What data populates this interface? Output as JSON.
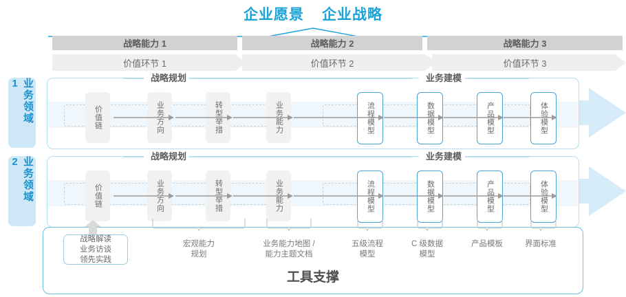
{
  "header": {
    "titles": [
      "企业愿景",
      "企业战略"
    ],
    "accent_color": "#1aa3d8"
  },
  "capability_bars": [
    {
      "label": "战略能力 1"
    },
    {
      "label": "战略能力 2"
    },
    {
      "label": "战略能力 3"
    }
  ],
  "value_bars": [
    {
      "label": "价值环节 1"
    },
    {
      "label": "价值环节 2"
    },
    {
      "label": "价值环节 3"
    }
  ],
  "domains": [
    {
      "side_label": "业务领域 1",
      "sections": [
        {
          "caption": "战略规划"
        },
        {
          "caption": "业务建模"
        }
      ],
      "nodes": [
        {
          "label": "价值链",
          "style": "grey"
        },
        {
          "label": "业务方向",
          "style": "grey"
        },
        {
          "label": "转型举措",
          "style": "grey"
        },
        {
          "label": "业务能力",
          "style": "grey"
        },
        {
          "label": "流程模型",
          "style": "blue"
        },
        {
          "label": "数据模型",
          "style": "blue"
        },
        {
          "label": "产品模型",
          "style": "blue"
        },
        {
          "label": "体验模型",
          "style": "blue"
        }
      ]
    },
    {
      "side_label": "业务领域 2",
      "sections": [
        {
          "caption": "战略规划"
        },
        {
          "caption": "业务建模"
        }
      ],
      "nodes": [
        {
          "label": "价值链",
          "style": "grey"
        },
        {
          "label": "业务方向",
          "style": "grey"
        },
        {
          "label": "转型举措",
          "style": "grey"
        },
        {
          "label": "业务能力",
          "style": "grey"
        },
        {
          "label": "流程模型",
          "style": "blue"
        },
        {
          "label": "数据模型",
          "style": "blue"
        },
        {
          "label": "产品模型",
          "style": "blue"
        },
        {
          "label": "体验模型",
          "style": "blue"
        }
      ]
    }
  ],
  "tool_support": {
    "highlight_box_lines": [
      "战略解读",
      "业务访谈",
      "领先实践"
    ],
    "labels": [
      {
        "lines": [
          "宏观能力",
          "规划"
        ]
      },
      {
        "lines": [
          "业务能力地图 /",
          "能力主题文档"
        ]
      },
      {
        "lines": [
          "五级流程",
          "模型"
        ]
      },
      {
        "lines": [
          "C 级数据",
          "模型"
        ]
      },
      {
        "lines": [
          "产品模板"
        ]
      },
      {
        "lines": [
          "界面标准"
        ]
      }
    ],
    "footer_title": "工具支撑"
  }
}
